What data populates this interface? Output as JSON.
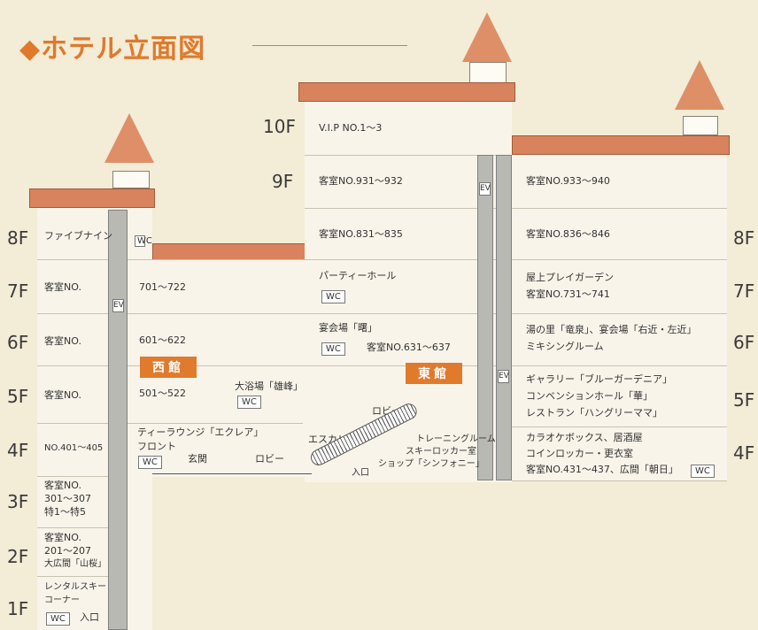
{
  "title": "◆ホテル立面図",
  "floors": {
    "f1": "1F",
    "f2": "2F",
    "f3": "3F",
    "f4": "4F",
    "f5": "5F",
    "f6": "6F",
    "f7": "7F",
    "f8": "8F",
    "f9": "9F",
    "f10": "10F"
  },
  "wings": {
    "west": "西館",
    "east": "東館"
  },
  "left_rooms": {
    "r8": "ファイブナイン",
    "r7": "客室NO.",
    "r6": "客室NO.",
    "r5": "客室NO.",
    "r4": "NO.401〜405",
    "r3_1": "客室NO.",
    "r3_2": "301〜307",
    "r3_3": "特1〜特5",
    "r2_1": "客室NO.",
    "r2_2": "201〜207",
    "r2_3": "大広間「山桜」",
    "r1_1": "レンタルスキー",
    "r1_2": "コーナー",
    "r1_wc": "WC",
    "r1_entrance": "入口"
  },
  "west": {
    "wc8": "WC",
    "r7": "701〜722",
    "r6": "601〜622",
    "r5": "501〜522",
    "bath": "大浴場「雄峰」",
    "bath_wc": "WC",
    "tea": "ティーラウンジ「エクレア」",
    "front": "フロント",
    "wc4": "WC",
    "genkan": "玄関",
    "lobby": "ロビー"
  },
  "center": {
    "r10": "V.I.P NO.1〜3",
    "r9": "客室NO.931〜932",
    "r8": "客室NO.831〜835",
    "party": "パーティーホール",
    "party_wc": "WC",
    "banquet": "宴会場「曙」",
    "banquet_wc": "WC",
    "r6": "客室NO.631〜637",
    "lobby5": "ロビー",
    "escalator": "エスカレータ",
    "training": "トレーニングルーム",
    "ski_locker": "スキーロッカー室",
    "shop": "ショップ「シンフォニー」",
    "entrance": "入口"
  },
  "ev": "EV",
  "east": {
    "r9": "客室NO.933〜940",
    "r8": "客室NO.836〜846",
    "r7_1": "屋上プレイガーデン",
    "r7_2": "客室NO.731〜741",
    "r6_1": "湯の里「竜泉」、宴会場「右近・左近」",
    "r6_2": "ミキシングルーム",
    "r5_1": "ギャラリー「ブルーガーデニア」",
    "r5_2": "コンベンションホール「華」",
    "r5_3": "レストラン「ハングリーママ」",
    "r4_1": "カラオケボックス、居酒屋",
    "r4_2": "コインロッカー・更衣室",
    "r4_3": "客室NO.431〜437、広間「朝日」",
    "r4_wc": "WC"
  },
  "colors": {
    "accent": "#e0792c",
    "roof": "#d9835e",
    "background": "#f3ecd6",
    "wall": "#f8f4ea"
  }
}
